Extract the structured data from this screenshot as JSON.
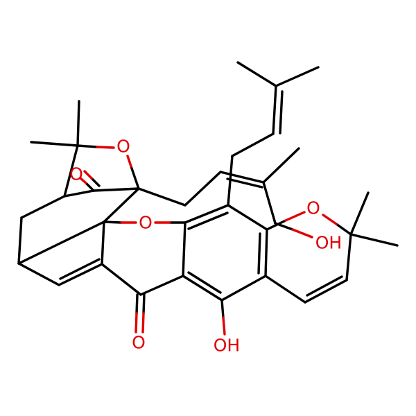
{
  "molecule": {
    "atom_labels": [
      {
        "id": "o-ring-top",
        "text": "O"
      },
      {
        "id": "o-ketone-upper",
        "text": "O"
      },
      {
        "id": "o-ether-center",
        "text": "O"
      },
      {
        "id": "o-pyran",
        "text": "O"
      },
      {
        "id": "oh-right",
        "text": "OH"
      },
      {
        "id": "o-ketone-lower",
        "text": "O"
      },
      {
        "id": "oh-bottom",
        "text": "OH"
      }
    ]
  },
  "colors": {
    "bond": "#000000",
    "heteroatom": "#e00000",
    "background": "#ffffff"
  }
}
